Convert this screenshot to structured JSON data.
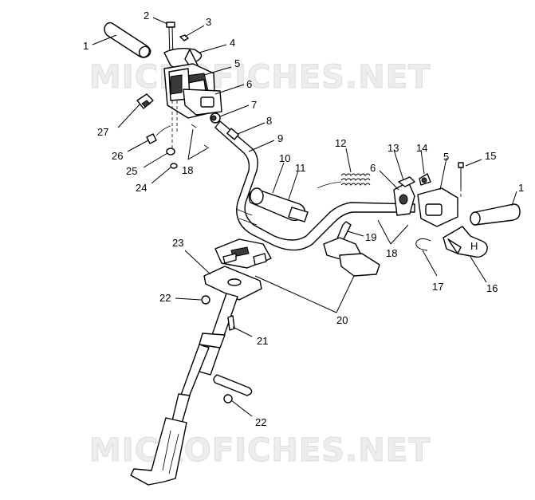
{
  "watermark": "MICROFICHES.NET",
  "callouts": [
    {
      "id": "c1a",
      "label": "1"
    },
    {
      "id": "c2",
      "label": "2"
    },
    {
      "id": "c3",
      "label": "3"
    },
    {
      "id": "c4",
      "label": "4"
    },
    {
      "id": "c5a",
      "label": "5"
    },
    {
      "id": "c6a",
      "label": "6"
    },
    {
      "id": "c7",
      "label": "7"
    },
    {
      "id": "c8",
      "label": "8"
    },
    {
      "id": "c9",
      "label": "9"
    },
    {
      "id": "c10",
      "label": "10"
    },
    {
      "id": "c11",
      "label": "11"
    },
    {
      "id": "c12",
      "label": "12"
    },
    {
      "id": "c13",
      "label": "13"
    },
    {
      "id": "c14",
      "label": "14"
    },
    {
      "id": "c5b",
      "label": "5"
    },
    {
      "id": "c15",
      "label": "15"
    },
    {
      "id": "c1b",
      "label": "1"
    },
    {
      "id": "c6b",
      "label": "6"
    },
    {
      "id": "c27",
      "label": "27"
    },
    {
      "id": "c26",
      "label": "26"
    },
    {
      "id": "c25",
      "label": "25"
    },
    {
      "id": "c24",
      "label": "24"
    },
    {
      "id": "c18a",
      "label": "18"
    },
    {
      "id": "c19",
      "label": "19"
    },
    {
      "id": "c18b",
      "label": "18"
    },
    {
      "id": "c17",
      "label": "17"
    },
    {
      "id": "c16",
      "label": "16"
    },
    {
      "id": "c23",
      "label": "23"
    },
    {
      "id": "c22a",
      "label": "22"
    },
    {
      "id": "c20",
      "label": "20"
    },
    {
      "id": "c21",
      "label": "21"
    },
    {
      "id": "c22b",
      "label": "22"
    }
  ]
}
